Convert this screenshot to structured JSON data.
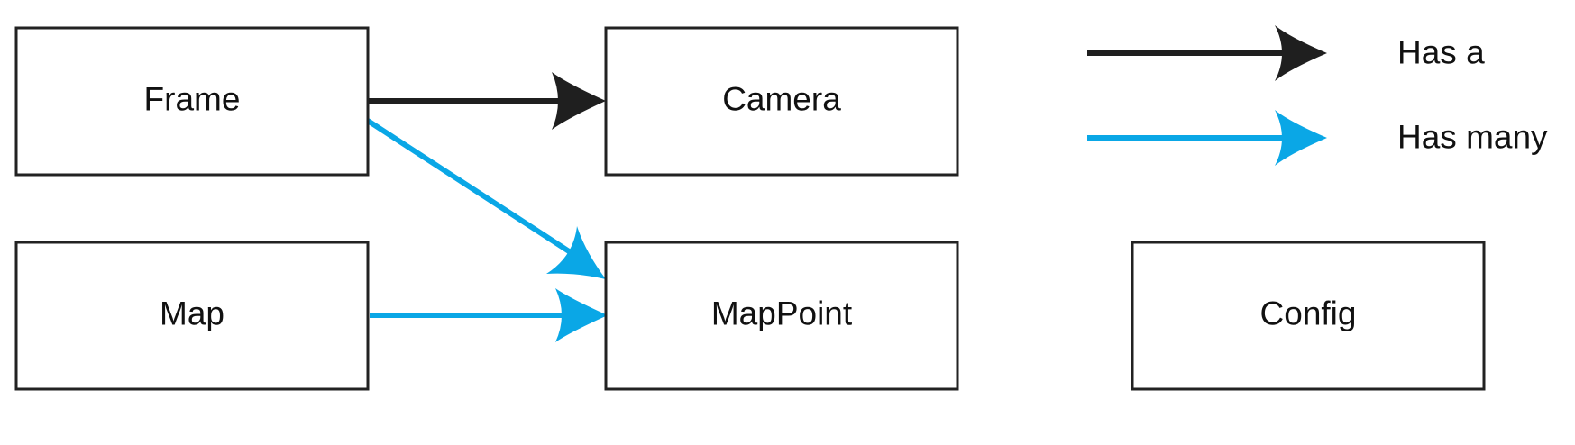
{
  "nodes": {
    "frame": "Frame",
    "camera": "Camera",
    "map": "Map",
    "mappoint": "MapPoint",
    "config": "Config"
  },
  "legend": {
    "has_a": "Has a",
    "has_many": "Has many"
  },
  "colors": {
    "has_a": "#1f1f1f",
    "has_many": "#0aa7e6",
    "box_stroke": "#222222",
    "text": "#111111"
  },
  "edges": [
    {
      "from": "Frame",
      "to": "Camera",
      "relation": "Has a"
    },
    {
      "from": "Frame",
      "to": "MapPoint",
      "relation": "Has many"
    },
    {
      "from": "Map",
      "to": "MapPoint",
      "relation": "Has many"
    }
  ]
}
